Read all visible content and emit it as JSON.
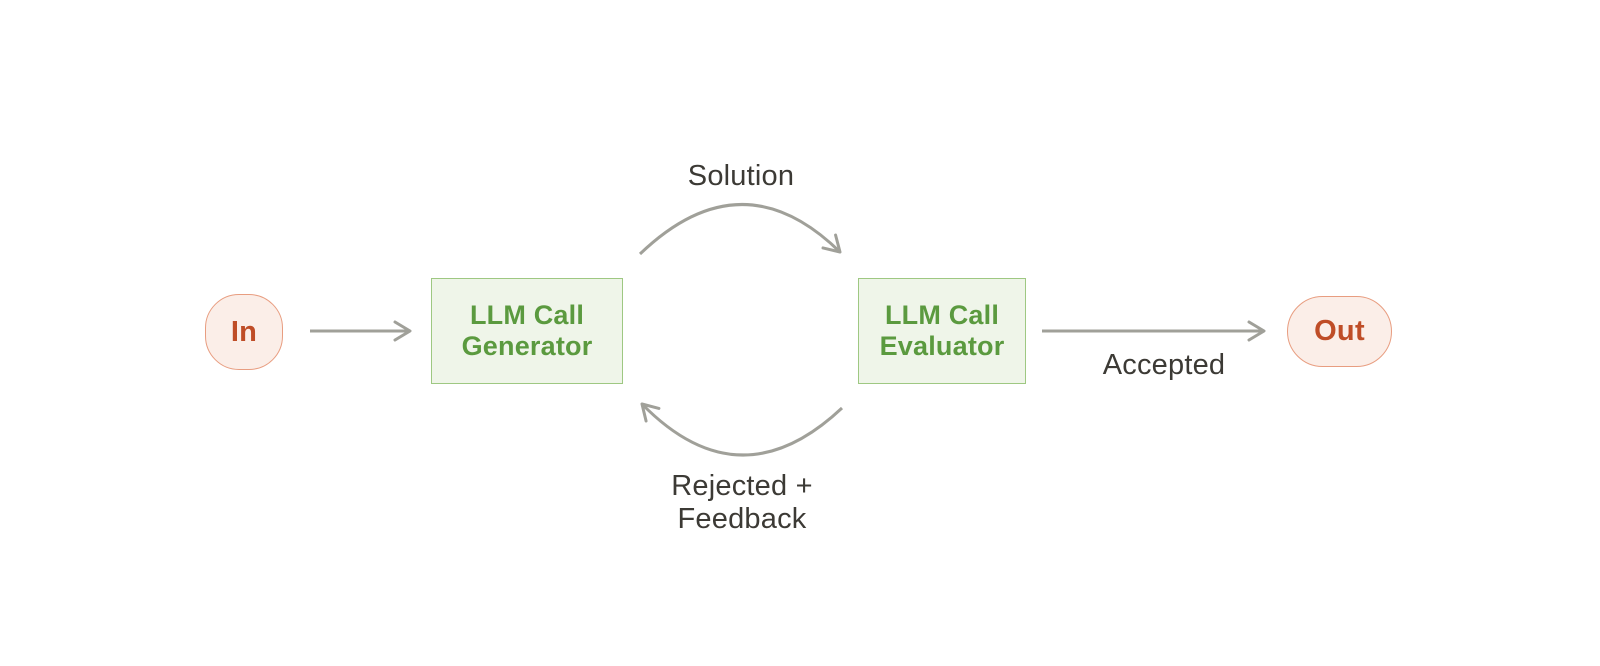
{
  "diagram": {
    "nodes": {
      "input": {
        "label": "In"
      },
      "generator": {
        "label_line1": "LLM Call",
        "label_line2": "Generator"
      },
      "evaluator": {
        "label_line1": "LLM Call",
        "label_line2": "Evaluator"
      },
      "output": {
        "label": "Out"
      }
    },
    "edges": {
      "generator_to_evaluator": {
        "label": "Solution"
      },
      "evaluator_to_generator": {
        "label_line1": "Rejected +",
        "label_line2": "Feedback"
      },
      "evaluator_to_output": {
        "label": "Accepted"
      }
    },
    "colors": {
      "background": "#ffffff",
      "terminal_fill": "#fbeee8",
      "terminal_border": "#e89d80",
      "terminal_text": "#bf4d27",
      "process_fill": "#eff5e9",
      "process_border": "#9ec882",
      "process_text": "#5b9a3f",
      "arrow": "#a0a099",
      "label_text": "#3c3a35"
    }
  }
}
